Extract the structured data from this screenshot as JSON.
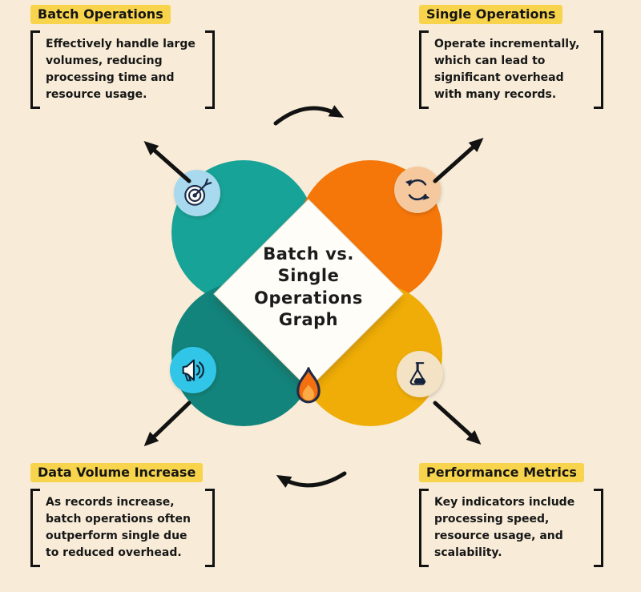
{
  "center": {
    "lines": [
      "Batch vs.",
      "Single",
      "Operations",
      "Graph"
    ]
  },
  "sections": {
    "batch": {
      "title": "Batch Operations",
      "body": "Effectively handle large volumes, reducing processing time and resource usage."
    },
    "single": {
      "title": "Single Operations",
      "body": "Operate incrementally, which can lead to significant overhead with many records."
    },
    "volume": {
      "title": "Data Volume Increase",
      "body": "As records increase, batch operations often outperform single due to reduced overhead."
    },
    "metrics": {
      "title": "Performance Metrics",
      "body": "Key indicators include processing speed, resource usage, and scalability."
    }
  },
  "icons": {
    "top_left": "target-icon",
    "top_right": "recycle-icon",
    "bottom_left": "megaphone-icon",
    "bottom_right": "flask-icon",
    "center_bottom": "flame-icon"
  },
  "colors": {
    "bg": "#f8ecd8",
    "highlight": "#f8d44c",
    "teal_top": "#17a398",
    "teal_bottom": "#12847c",
    "orange": "#f5770a",
    "amber": "#f0ad07",
    "icon_bg_blue": "#a9d9ee",
    "icon_bg_orange": "#f6c89d",
    "icon_bg_cyan": "#31c6e8",
    "icon_bg_tan": "#f3e2c4",
    "ink": "#121212",
    "flame_fill": "#f36f10"
  }
}
